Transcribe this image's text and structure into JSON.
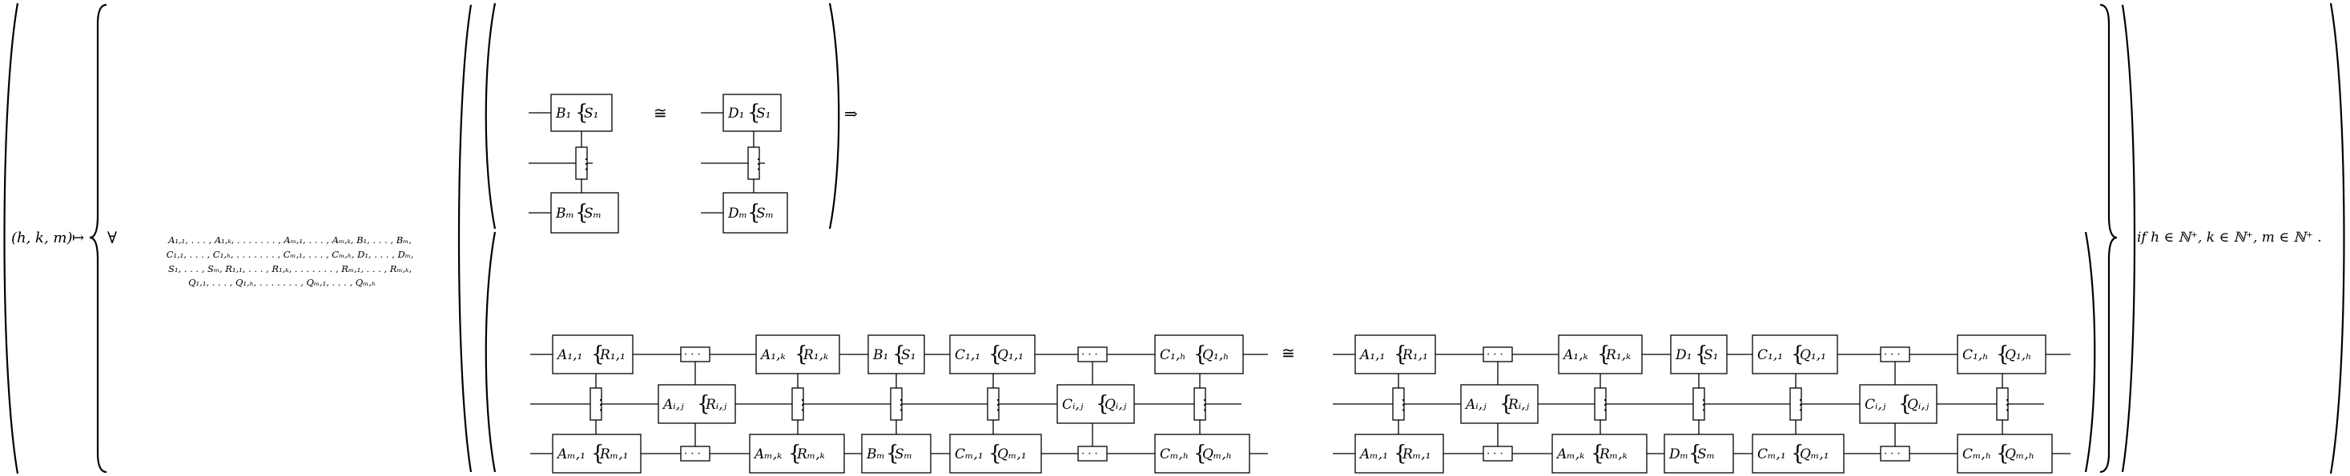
{
  "formula": {
    "lhs": "(h, k, m)",
    "maps_to": "↦",
    "forall": "∀",
    "quantified_vars": [
      "A₁,₁, . . . , A₁,ₖ, . . . . . . . , Aₘ,₁, . . . , Aₘ,ₖ, B₁, . . . , Bₘ,",
      "C₁,₁, . . . , C₁,ₕ, . . . . . . . , Cₘ,₁, . . . , Cₘ,ₕ, D₁, . . . , Dₘ,",
      "S₁, . . . , Sₘ, R₁,₁, . . . , R₁,ₖ, . . . . . . . , Rₘ,₁, . . . , Rₘ,ₖ,",
      "Q₁,₁, . . . , Q₁,ₕ, . . . . . . . , Qₘ,₁, . . . , Qₘ,ₕ"
    ],
    "premise": {
      "left": {
        "top": {
          "a": "B₁",
          "b": "S₁"
        },
        "bottom": {
          "a": "Bₘ",
          "b": "Sₘ"
        }
      },
      "right": {
        "top": {
          "a": "D₁",
          "b": "S₁"
        },
        "bottom": {
          "a": "Dₘ",
          "b": "Sₘ"
        }
      },
      "cong": "≅",
      "vdots": "⋮"
    },
    "implies": "⇒",
    "conclusion": {
      "cong": "≅",
      "cdots": "· · ·",
      "vdots": "⋮",
      "left": {
        "top": [
          {
            "a": "A₁,₁",
            "b": "R₁,₁"
          },
          {
            "a": "A₁,ₖ",
            "b": "R₁,ₖ"
          },
          {
            "a": "B₁",
            "b": "S₁"
          },
          {
            "a": "C₁,₁",
            "b": "Q₁,₁"
          },
          {
            "a": "C₁,ₕ",
            "b": "Q₁,ₕ"
          }
        ],
        "mid": [
          {
            "a": "Aᵢ,ⱼ",
            "b": "Rᵢ,ⱼ"
          },
          {
            "a": "Cᵢ,ⱼ",
            "b": "Qᵢ,ⱼ"
          }
        ],
        "bottom": [
          {
            "a": "Aₘ,₁",
            "b": "Rₘ,₁"
          },
          {
            "a": "Aₘ,ₖ",
            "b": "Rₘ,ₖ"
          },
          {
            "a": "Bₘ",
            "b": "Sₘ"
          },
          {
            "a": "Cₘ,₁",
            "b": "Qₘ,₁"
          },
          {
            "a": "Cₘ,ₕ",
            "b": "Qₘ,ₕ"
          }
        ]
      },
      "right": {
        "top": [
          {
            "a": "A₁,₁",
            "b": "R₁,₁"
          },
          {
            "a": "A₁,ₖ",
            "b": "R₁,ₖ"
          },
          {
            "a": "D₁",
            "b": "S₁"
          },
          {
            "a": "C₁,₁",
            "b": "Q₁,₁"
          },
          {
            "a": "C₁,ₕ",
            "b": "Q₁,ₕ"
          }
        ],
        "mid": [
          {
            "a": "Aᵢ,ⱼ",
            "b": "Rᵢ,ⱼ"
          },
          {
            "a": "Cᵢ,ⱼ",
            "b": "Qᵢ,ⱼ"
          }
        ],
        "bottom": [
          {
            "a": "Aₘ,₁",
            "b": "Rₘ,₁"
          },
          {
            "a": "Aₘ,ₖ",
            "b": "Rₘ,ₖ"
          },
          {
            "a": "Dₘ",
            "b": "Sₘ"
          },
          {
            "a": "Cₘ,₁",
            "b": "Qₘ,₁"
          },
          {
            "a": "Cₘ,ₕ",
            "b": "Qₘ,ₕ"
          }
        ]
      }
    },
    "condition": "if h ∈ ℕ⁺, k ∈ ℕ⁺, m ∈ ℕ⁺ ."
  }
}
